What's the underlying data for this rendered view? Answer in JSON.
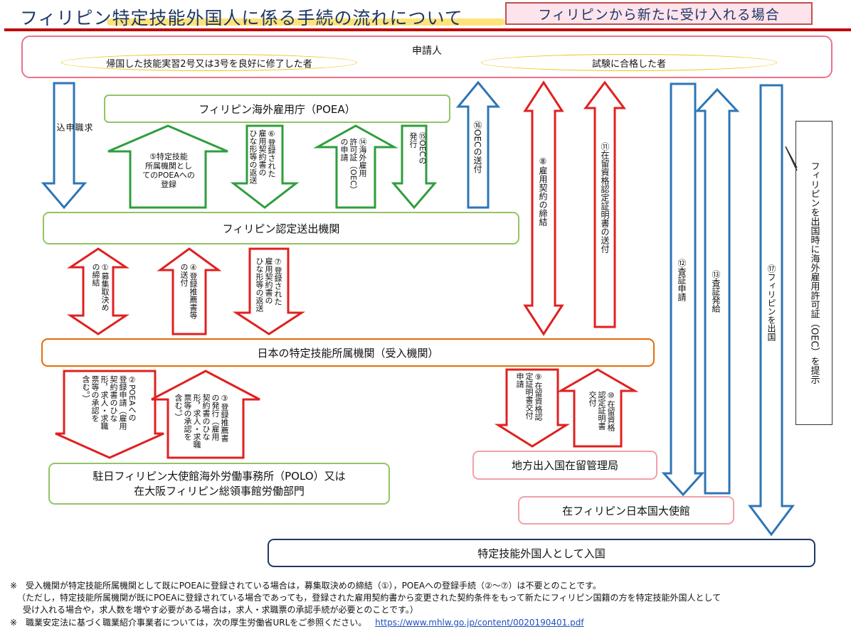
{
  "header": {
    "title": "フィリピン特定技能外国人に係る手続の流れについて",
    "subtitle": "フィリピンから新たに受け入れる場合"
  },
  "nodes": {
    "applicant": "申請人",
    "applicant_type_1": "帰国した技能実習2号又は3号を良好に修了した者",
    "applicant_type_2": "試験に合格した者",
    "poea": "フィリピン海外雇用庁（POEA）",
    "sending_agency": "フィリピン認定送出機関",
    "receiving_org": "日本の特定技能所属機関（受入機関）",
    "polo_line1": "駐日フィリピン大使館海外労働事務所（POLO）又は",
    "polo_line2": "在大阪フィリピン総領事館労働部門",
    "immigration_bureau": "地方出入国在留管理局",
    "embassy": "在フィリピン日本国大使館",
    "entry": "特定技能外国人として入国",
    "oec_note": "フィリピンを出国時に海外雇用許可証（OEC）を提示"
  },
  "arrows": {
    "job_application": "求\n職\n申\n込",
    "a5": "⑤特定技能\n所属機関とし\nてのPOEAへの\n登録",
    "a6": "⑥登録された\n雇用契約書の\nひな形等の返送",
    "a14": "⑭海外雇用\n許可証（OEC）\nの申請",
    "a15": "⑮OECの\n発行",
    "a16": "⑯OECの送付",
    "a8": "⑧雇用契約の締結",
    "a11": "⑪在留資格認定証明書の送付",
    "a1": "①募集取決め\nの締結",
    "a4": "④登録推薦書等\nの送付",
    "a7": "⑦登録された\n雇用契約書の\nひな形等の返送",
    "a2": "②POEAへの\n登録申請（雇用\n契約書のひな\n形，求人・求職\n票等の承認を\n含む。）",
    "a3": "③登録推薦書\nの発行（雇用\n契約書のひな\n形，求人・求職\n票等の承認を\n含む。）",
    "a9": "⑨在留資格認\n定証明書交付\n申請",
    "a10": "⑩在留資格\n認定証明書\n交付",
    "a12": "⑫査証申請",
    "a13": "⑬査証発給",
    "a17": "⑰フィリピンを出国"
  },
  "footnotes": {
    "line1": "※　受入機関が特定技能所属機関として既にPOEAに登録されている場合は，募集取決めの締結（①），POEAへの登録手続（②～⑦）は不要とのことです。",
    "line2": "（ただし，特定技能所属機関が既にPOEAに登録されている場合であっても，登録された雇用契約書から変更された契約条件をもって新たにフィリピン国籍の方を特定技能外国人として",
    "line3": "受け入れる場合や，求人数を増やす必要がある場合は，求人・求職票の承認手続が必要とのことです。）",
    "line4": "※　職業安定法に基づく職業紹介事業者については，次の厚生労働省URLをご参照ください。",
    "url": "https://www.mhlw.go.jp/content/0020190401.pdf"
  },
  "colors": {
    "pink": "#e8738a",
    "green": "#92c464",
    "orange": "#e46c0a",
    "navy": "#1f3864",
    "blue": "#2e75b6",
    "red": "#e02020",
    "green_arrow": "#2e9e3e"
  }
}
